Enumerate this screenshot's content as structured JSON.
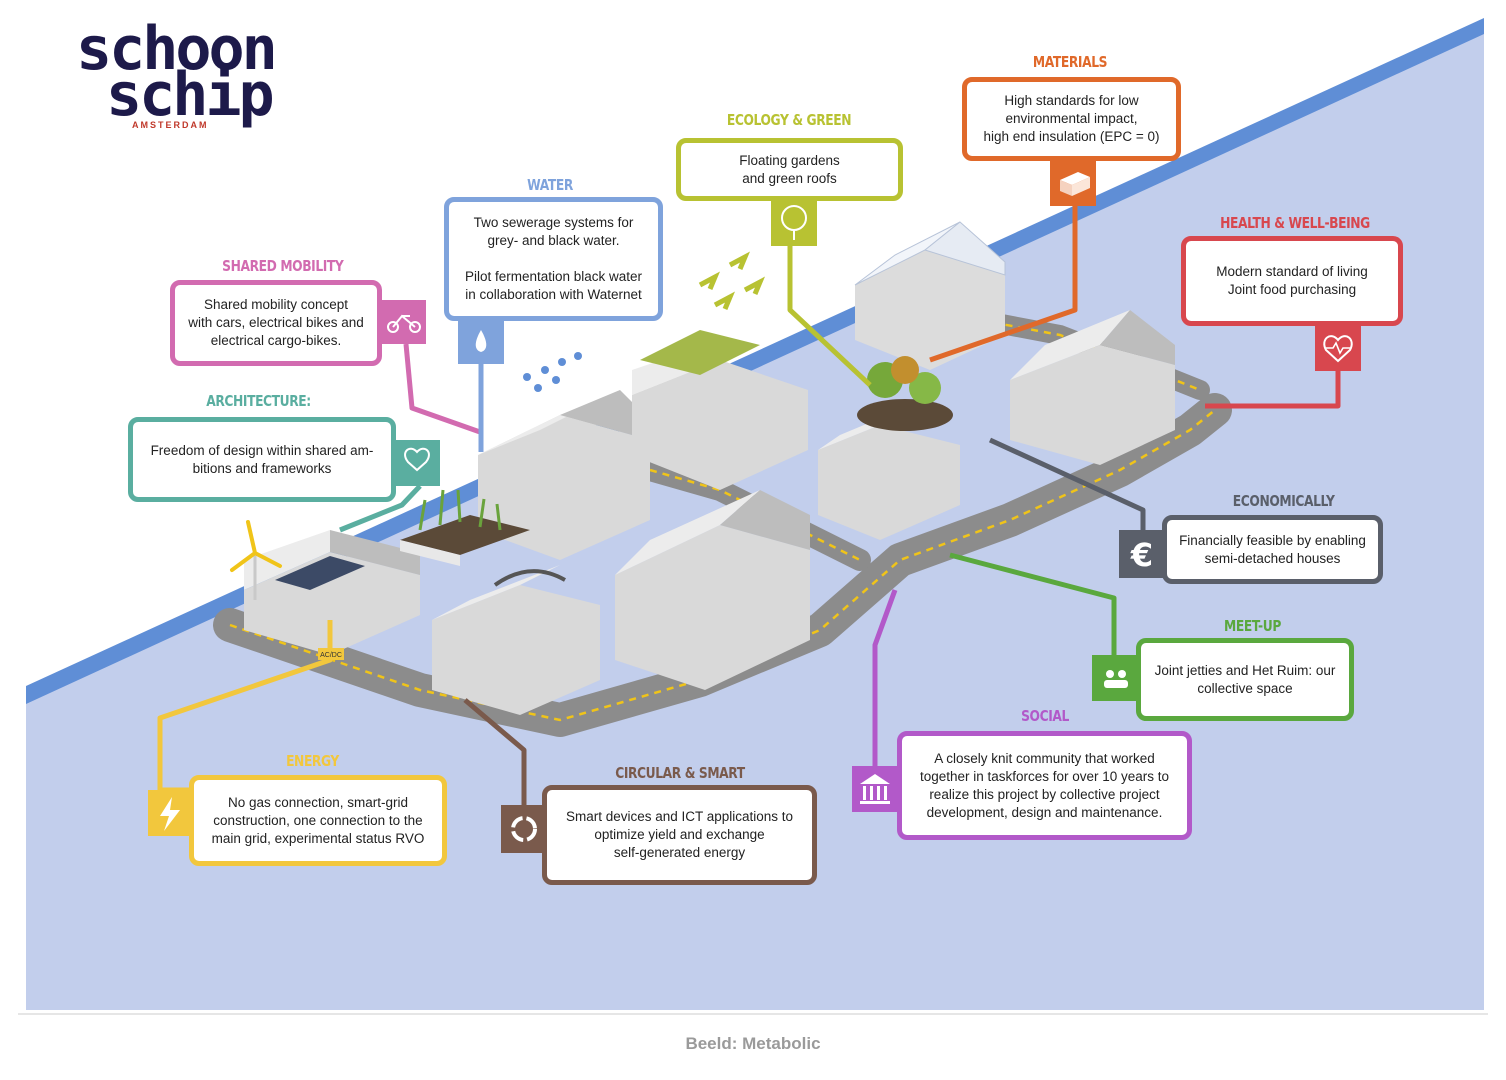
{
  "logo": {
    "word1": "schoon",
    "word2": "schip",
    "sub": "AMSTERDAM"
  },
  "colors": {
    "water": "#c2ceec",
    "riverbank": "#5f8ed6",
    "path": "#8c8c8c",
    "dash": "#f0c419",
    "mobility": "#d26bb0",
    "water_theme": "#7fa3dc",
    "architecture": "#5aaea0",
    "ecology": "#b8c232",
    "materials": "#e0692a",
    "health": "#d8474e",
    "economically": "#5a5f6a",
    "meetup": "#5aa83e",
    "social": "#b259c9",
    "circular": "#7a5a4c",
    "energy": "#f2c73d"
  },
  "themes": {
    "shared_mobility": {
      "title": "SHARED MOBILITY",
      "text": "Shared mobility concept\nwith cars, electrical bikes and\nelectrical cargo-bikes.",
      "icon": "cargo-bike-icon"
    },
    "water": {
      "title": "WATER",
      "text": "Two sewerage systems for\ngrey- and black water.\n\nPilot fermentation black water\nin collaboration with Waternet",
      "icon": "water-drop-icon"
    },
    "ecology": {
      "title": "ECOLOGY & GREEN",
      "text": "Floating gardens\nand green roofs",
      "icon": "tree-icon"
    },
    "materials": {
      "title": "MATERIALS",
      "text": "High standards for low\nenvironmental impact,\nhigh end insulation (EPC = 0)",
      "icon": "brick-icon"
    },
    "health": {
      "title": "HEALTH & WELL-BEING",
      "text": "Modern standard of living\nJoint food purchasing",
      "icon": "heart-pulse-icon"
    },
    "architecture": {
      "title": "ARCHITECTURE:",
      "text": "Freedom of design within shared am-\nbitions and frameworks",
      "icon": "hand-heart-icon"
    },
    "economically": {
      "title": "ECONOMICALLY",
      "text": "Financially feasible by enabling\nsemi-detached houses",
      "icon": "euro-icon"
    },
    "meetup": {
      "title": "MEET-UP",
      "text": "Joint jetties and Het Ruim: our\ncollective space",
      "icon": "people-meeting-icon"
    },
    "social": {
      "title": "SOCIAL",
      "text": "A closely knit community that worked\ntogether in taskforces for over 10 years to\nrealize this project by collective project\ndevelopment, design and maintenance.",
      "icon": "institution-icon"
    },
    "circular": {
      "title": "CIRCULAR & SMART",
      "text": "Smart devices and ICT applications to\noptimize yield and exchange\nself-generated energy",
      "icon": "cycle-icon"
    },
    "energy": {
      "title": "ENERGY",
      "text": "No gas connection, smart-grid\nconstruction, one connection to the\nmain grid, experimental status  RVO",
      "icon": "lightning-icon"
    }
  },
  "labels": {
    "acdc": "AC/DC"
  },
  "caption": "Beeld: Metabolic"
}
